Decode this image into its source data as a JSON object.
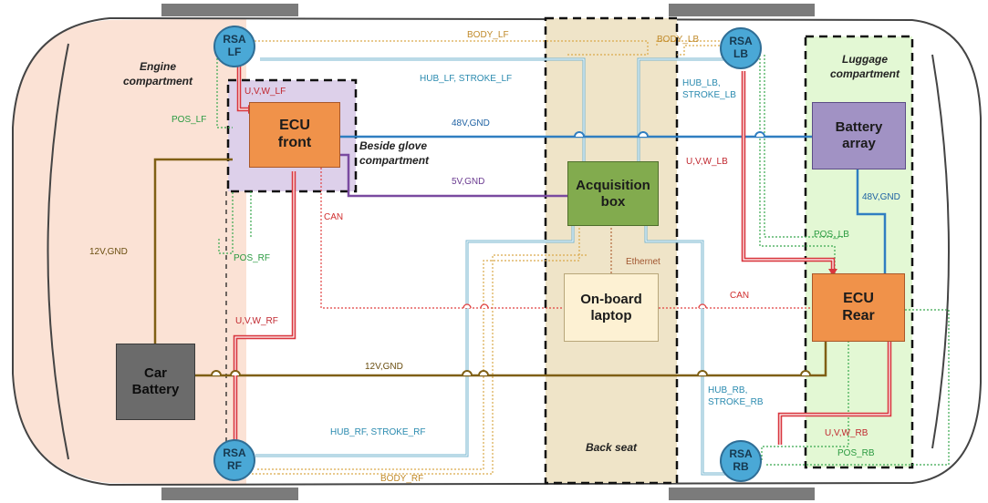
{
  "zones": {
    "engine": "Engine\ncompartment",
    "glove": "Beside glove\ncompartment",
    "luggage": "Luggage\ncompartment",
    "back_seat": "Back seat"
  },
  "boxes": {
    "ecu_front": "ECU\nfront",
    "ecu_rear": "ECU\nRear",
    "battery_array": "Battery\narray",
    "acquisition": "Acquisition\nbox",
    "laptop": "On-board\nlaptop",
    "car_battery": "Car\nBattery"
  },
  "rsa": {
    "lf": "RSA\nLF",
    "lb": "RSA\nLB",
    "rf": "RSA\nRF",
    "rb": "RSA\nRB"
  },
  "labels": {
    "body_lf": "BODY_LF",
    "body_lb": "BODY_LB",
    "body_rf": "BODY_RF",
    "hub_lf": "HUB_LF, STROKE_LF",
    "hub_lb": "HUB_LB,\nSTROKE_LB",
    "hub_rf": "HUB_RF, STROKE_RF",
    "hub_rb": "HUB_RB,\nSTROKE_RB",
    "uvw_lf": "U,V,W_LF",
    "uvw_lb": "U,V,W_LB",
    "uvw_rf": "U,V,W_RF",
    "uvw_rb": "U,V,W_RB",
    "pos_lf": "POS_LF",
    "pos_rf": "POS_RF",
    "pos_lb": "POS_LB",
    "pos_rb": "POS_RB",
    "v48_top": "48V,GND",
    "v48_right": "48V,GND",
    "v5": "5V,GND",
    "v12_left": "12V,GND",
    "v12_bottom": "12V,GND",
    "can_left": "CAN",
    "can_right": "CAN",
    "ethernet": "Ethernet"
  },
  "colors": {
    "engine_fill": "#fbe2d5",
    "glove_fill": "#ddd0ea",
    "luggage_fill": "#e3f8d4",
    "backseat_fill": "#efe4c8",
    "ecu": "#f0924a",
    "battery_array": "#a192c4",
    "acquisition": "#82ab4e",
    "laptop": "#fdf1d3",
    "car_battery": "#6b6b6b",
    "power_48v": "#2f7ec1",
    "power_12v": "#7f5f15",
    "power_5v": "#7a4aa0",
    "motor": "#d9363e",
    "hub": "#74b4cf",
    "body": "#d9a94a",
    "pos": "#38a84e",
    "can": "#e04040"
  }
}
